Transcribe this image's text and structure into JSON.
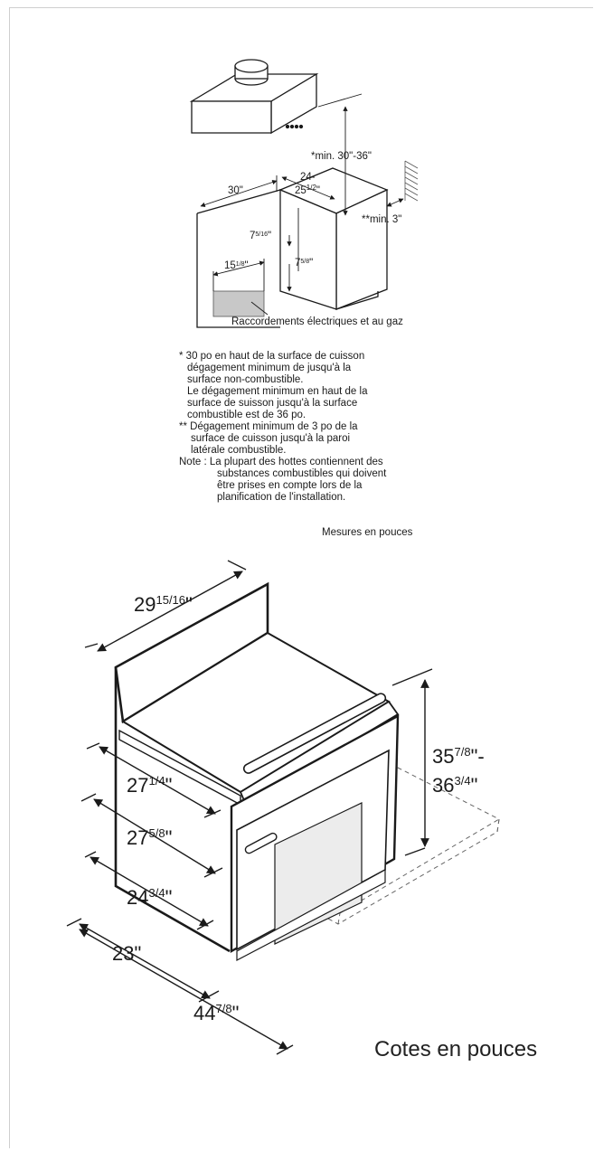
{
  "top_diagram": {
    "dim_clearance_above": "*min. 30\"-36\"",
    "dim_depth_top": "24-",
    "dim_depth_whole": "25",
    "dim_depth_frac": "1/2",
    "dim_depth_inch": "\"",
    "dim_width": "30\"",
    "dim_side_clearance": "**min. 3\"",
    "dim_7_5_16_whole": "7",
    "dim_7_5_16_frac": "5/16",
    "dim_7_5_16_inch": "\"",
    "dim_15_1_8_whole": "15",
    "dim_15_1_8_frac": "1/8",
    "dim_15_1_8_inch": "\"",
    "dim_7_5_8_whole": "7",
    "dim_7_5_8_frac": "5/8",
    "dim_7_5_8_inch": "\"",
    "caption": "Raccordements électriques et au gaz"
  },
  "notes": {
    "line1": "* 30 po en haut de la surface de cuisson",
    "line2": "dégagement minimum de jusqu'à la",
    "line3": "surface non-combustible.",
    "line4": "Le dégagement minimum en haut de la",
    "line5": "surface de suisson jusqu'à la surface",
    "line6": "combustible est de 36 po.",
    "line7": "** Dégagement minimum de 3 po de la",
    "line8": "surface de cuisson jusqu'à la paroi",
    "line9": "latérale combustible.",
    "line10": "Note :  La plupart des hottes contiennent des",
    "line11": "substances combustibles qui doivent",
    "line12": "être prises en compte lors de la",
    "line13": "planification de l'installation.",
    "units": "Mesures en pouces"
  },
  "bottom_diagram": {
    "width_whole": "29",
    "width_frac": "15/16",
    "width_inch": "\"",
    "height_a_whole": "35",
    "height_a_frac": "7/8",
    "height_a_inch": "\"-",
    "height_b_whole": "36",
    "height_b_frac": "3/4",
    "height_b_inch": "\"",
    "depth1_whole": "27",
    "depth1_frac": "1/4",
    "depth1_inch": "\"",
    "depth2_whole": "27",
    "depth2_frac": "5/8",
    "depth2_inch": "\"",
    "depth3_whole": "24",
    "depth3_frac": "3/4",
    "depth3_inch": "\"",
    "depth4": "23\"",
    "door_open_whole": "44",
    "door_open_frac": "7/8",
    "door_open_inch": "\"",
    "units": "Cotes en pouces"
  }
}
